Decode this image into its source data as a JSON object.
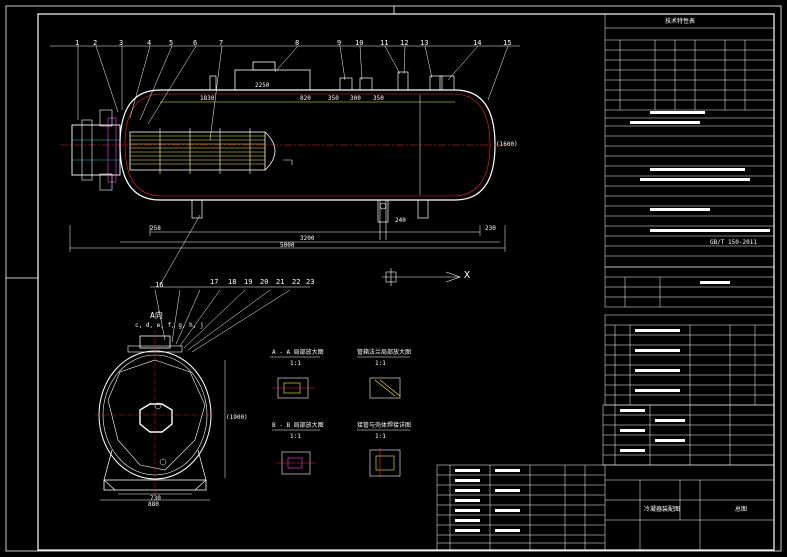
{
  "colors": {
    "background": "#000000",
    "line": "#ffffff",
    "yellow": "#ffff00",
    "red": "#ff2020",
    "blue": "#4d6bff",
    "green": "#00c000",
    "magenta": "#ff40ff",
    "cyan": "#00ffff"
  },
  "main_view": {
    "item_numbers_top": [
      "1",
      "2",
      "3",
      "4",
      "5",
      "6",
      "7",
      "8",
      "9",
      "10",
      "11",
      "12",
      "13",
      "14",
      "15"
    ],
    "item_number_bottom": "16",
    "dimensions": {
      "overall_length": "5000",
      "left_offset": "258",
      "right_offset": "230",
      "shell_height": "(1600)",
      "nozzle_gap_1": "350",
      "nozzle_gap_2": "300",
      "nozzle_gap_3": "350",
      "nozzle_gap_4": "820",
      "support_span": "3200",
      "shell_dim": "1830",
      "head_dim": "240",
      "tube_len": "2250"
    },
    "axis_label": "X"
  },
  "end_view": {
    "title": "A向",
    "nozzle_letters": "c, d, e, f, g, h, j",
    "item_numbers": [
      "17",
      "18",
      "19",
      "20",
      "21",
      "22",
      "23"
    ],
    "dimensions": {
      "width_bottom": "880",
      "width_support": "730",
      "height": "(1900)"
    }
  },
  "detail_views": [
    {
      "title": "A - A 局部放大图",
      "scale": "1:1"
    },
    {
      "title": "管箱法兰局部放大图",
      "scale": "1:1"
    },
    {
      "title": "B - B 局部放大图",
      "scale": "1:1"
    },
    {
      "title": "接管与壳体焊接详图",
      "scale": "1:1"
    }
  ],
  "right_panel": {
    "header": "技术特性表",
    "table_rows": 52,
    "revision_block": "GB/T 150-2011"
  },
  "title_block": {
    "label": "冷凝器装配图",
    "drawing_no": "总图"
  }
}
